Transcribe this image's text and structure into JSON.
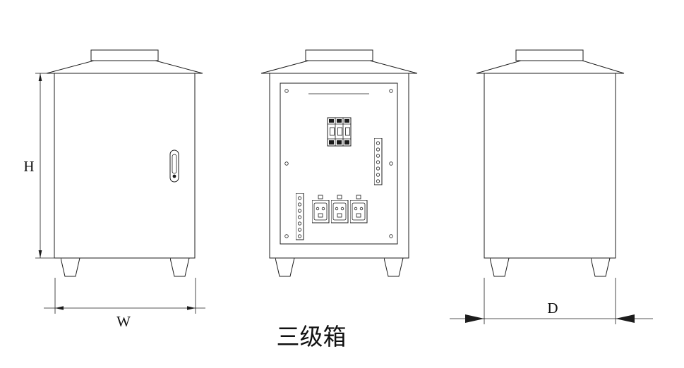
{
  "title": "三级箱",
  "dimensions": {
    "height": "H",
    "width": "W",
    "depth": "D"
  },
  "colors": {
    "line": "#1c1c1c",
    "background": "#ffffff"
  }
}
